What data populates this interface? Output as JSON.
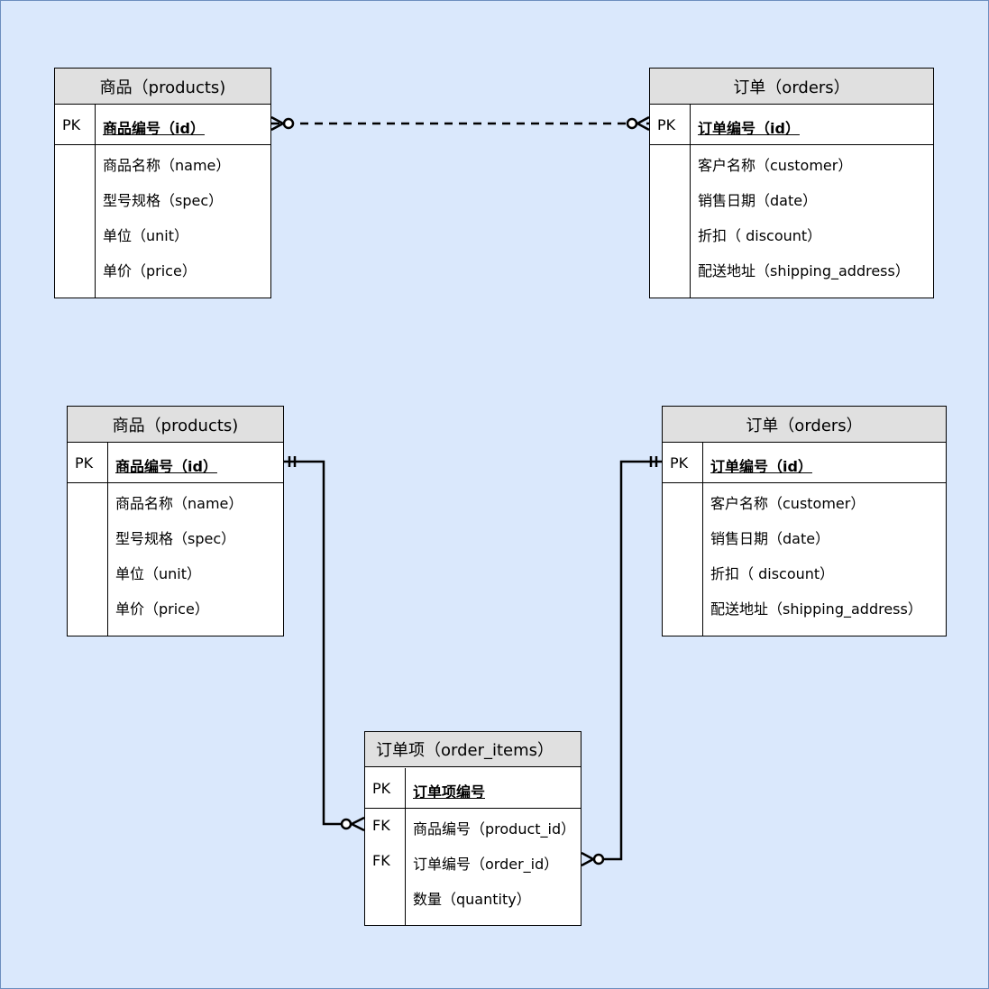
{
  "tables": {
    "products_a": {
      "title": "商品（products)",
      "pk_key": "PK",
      "pk_field": "商品编号（id）",
      "fields": [
        "商品名称（name）",
        "型号规格（spec）",
        "单位（unit）",
        "单价（price）"
      ]
    },
    "orders_a": {
      "title": "订单（orders）",
      "pk_key": "PK",
      "pk_field": "订单编号（id）",
      "fields": [
        "客户名称（customer）",
        "销售日期（date）",
        "折扣（ discount）",
        "配送地址（shipping_address）"
      ]
    },
    "products_b": {
      "title": "商品（products)",
      "pk_key": "PK",
      "pk_field": "商品编号（id）",
      "fields": [
        "商品名称（name）",
        "型号规格（spec）",
        "单位（unit）",
        "单价（price）"
      ]
    },
    "orders_b": {
      "title": "订单（orders）",
      "pk_key": "PK",
      "pk_field": "订单编号（id）",
      "fields": [
        "客户名称（customer）",
        "销售日期（date）",
        "折扣（ discount）",
        "配送地址（shipping_address）"
      ]
    },
    "order_items": {
      "title": "订单项（order_items）",
      "pk_key": "PK",
      "pk_field": "订单项编号",
      "fk_keys": [
        "FK",
        "FK"
      ],
      "fields": [
        "商品编号（product_id）",
        "订单编号（order_id）",
        "数量（quantity）"
      ]
    }
  },
  "colors": {
    "background": "#dae8fc",
    "background_border": "#6c8ebf",
    "header_fill": "#e0e0e0",
    "line": "#000000"
  }
}
